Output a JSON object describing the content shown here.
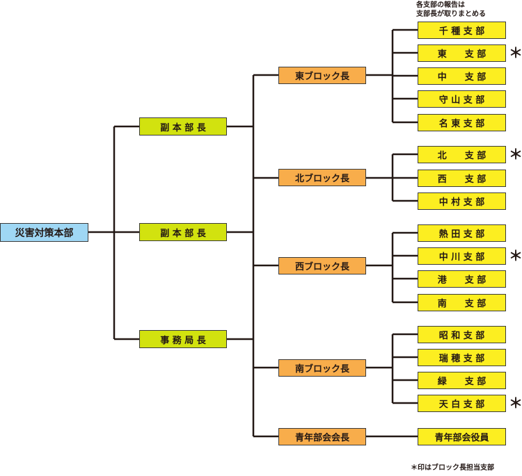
{
  "root": {
    "label": "災害対策本部"
  },
  "deputies": [
    {
      "label": "副 本 部 長"
    },
    {
      "label": "副 本 部 長"
    },
    {
      "label": "事 務 局 長"
    }
  ],
  "blocks": [
    {
      "label": "東ブロック長"
    },
    {
      "label": "北ブロック長"
    },
    {
      "label": "西ブロック長"
    },
    {
      "label": "南ブロック長"
    },
    {
      "label": "青年部会会長"
    }
  ],
  "branches": [
    {
      "label": "千 種 支 部"
    },
    {
      "label": "東　　支 部"
    },
    {
      "label": "中　　支 部"
    },
    {
      "label": "守 山 支 部"
    },
    {
      "label": "名 東 支 部"
    },
    {
      "label": "北　　支 部"
    },
    {
      "label": "西　　支 部"
    },
    {
      "label": "中 村 支 部"
    },
    {
      "label": "熱 田 支 部"
    },
    {
      "label": "中 川 支 部"
    },
    {
      "label": "港　　支 部"
    },
    {
      "label": "南　　支 部"
    },
    {
      "label": "昭 和 支 部"
    },
    {
      "label": "瑞 穂 支 部"
    },
    {
      "label": "緑　　支 部"
    },
    {
      "label": "天 白 支 部"
    },
    {
      "label": "青年部会役員"
    }
  ],
  "star_mark": "＊",
  "notes": {
    "top_line1": "各支部の報告は",
    "top_line2": "支部長が取りまとめる",
    "bottom": "＊印はブロック長担当支部"
  },
  "colors": {
    "root": "#9fd7f4",
    "deputy": "#d2e20f",
    "block": "#f8ad4b",
    "branch": "#fcee21",
    "line": "#231815"
  }
}
